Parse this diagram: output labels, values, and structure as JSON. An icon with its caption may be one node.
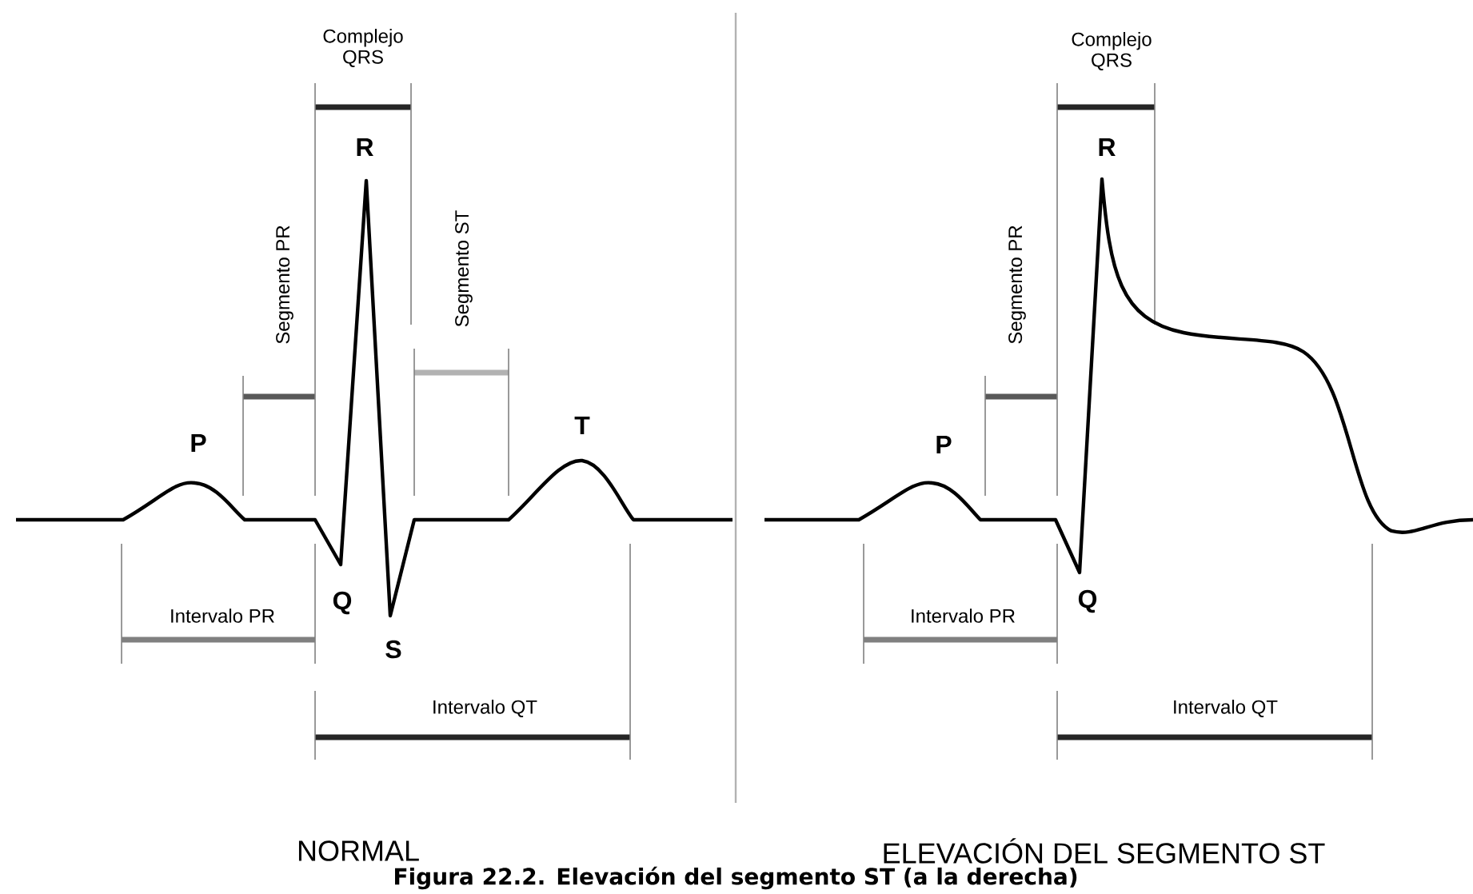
{
  "diagram": {
    "caption": "Figura 22.2. Elevación del segmento ST (a la derecha)",
    "labels": [
      "Complejo QRS",
      "R",
      "Segmento PR",
      "Segmento ST",
      "P",
      "T",
      "Q",
      "Intervalo PR",
      "S",
      "Intervalo QT",
      "NORMAL",
      "Complejo QRS",
      "R",
      "Segmento PR",
      "P",
      "Q",
      "Intervalo PR",
      "Intervalo QT",
      "ELEVACIÓN DEL SEGMENTO ST"
    ]
  }
}
